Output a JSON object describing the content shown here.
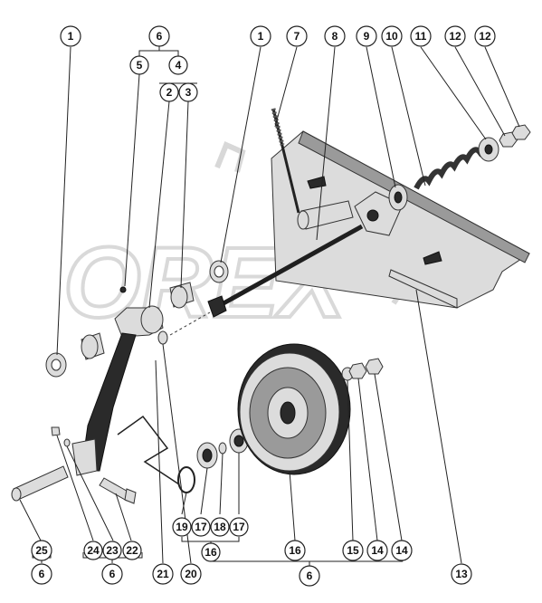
{
  "diagram": {
    "watermark": "OREX",
    "callouts": [
      {
        "id": "c-1a",
        "label": "1"
      },
      {
        "id": "c-6a",
        "label": "6"
      },
      {
        "id": "c-5",
        "label": "5"
      },
      {
        "id": "c-4",
        "label": "4"
      },
      {
        "id": "c-2",
        "label": "2"
      },
      {
        "id": "c-3",
        "label": "3"
      },
      {
        "id": "c-1b",
        "label": "1"
      },
      {
        "id": "c-7",
        "label": "7"
      },
      {
        "id": "c-8",
        "label": "8"
      },
      {
        "id": "c-9",
        "label": "9"
      },
      {
        "id": "c-10",
        "label": "10"
      },
      {
        "id": "c-11",
        "label": "11"
      },
      {
        "id": "c-12a",
        "label": "12"
      },
      {
        "id": "c-12b",
        "label": "12"
      },
      {
        "id": "c-19",
        "label": "19"
      },
      {
        "id": "c-17a",
        "label": "17"
      },
      {
        "id": "c-18",
        "label": "18"
      },
      {
        "id": "c-17b",
        "label": "17"
      },
      {
        "id": "c-16a",
        "label": "16"
      },
      {
        "id": "c-16b",
        "label": "16"
      },
      {
        "id": "c-15",
        "label": "15"
      },
      {
        "id": "c-14a",
        "label": "14"
      },
      {
        "id": "c-14b",
        "label": "14"
      },
      {
        "id": "c-25",
        "label": "25"
      },
      {
        "id": "c-6b",
        "label": "6"
      },
      {
        "id": "c-24",
        "label": "24"
      },
      {
        "id": "c-23",
        "label": "23"
      },
      {
        "id": "c-22",
        "label": "22"
      },
      {
        "id": "c-6c",
        "label": "6"
      },
      {
        "id": "c-21",
        "label": "21"
      },
      {
        "id": "c-20",
        "label": "20"
      },
      {
        "id": "c-6d",
        "label": "6"
      },
      {
        "id": "c-13",
        "label": "13"
      }
    ]
  }
}
